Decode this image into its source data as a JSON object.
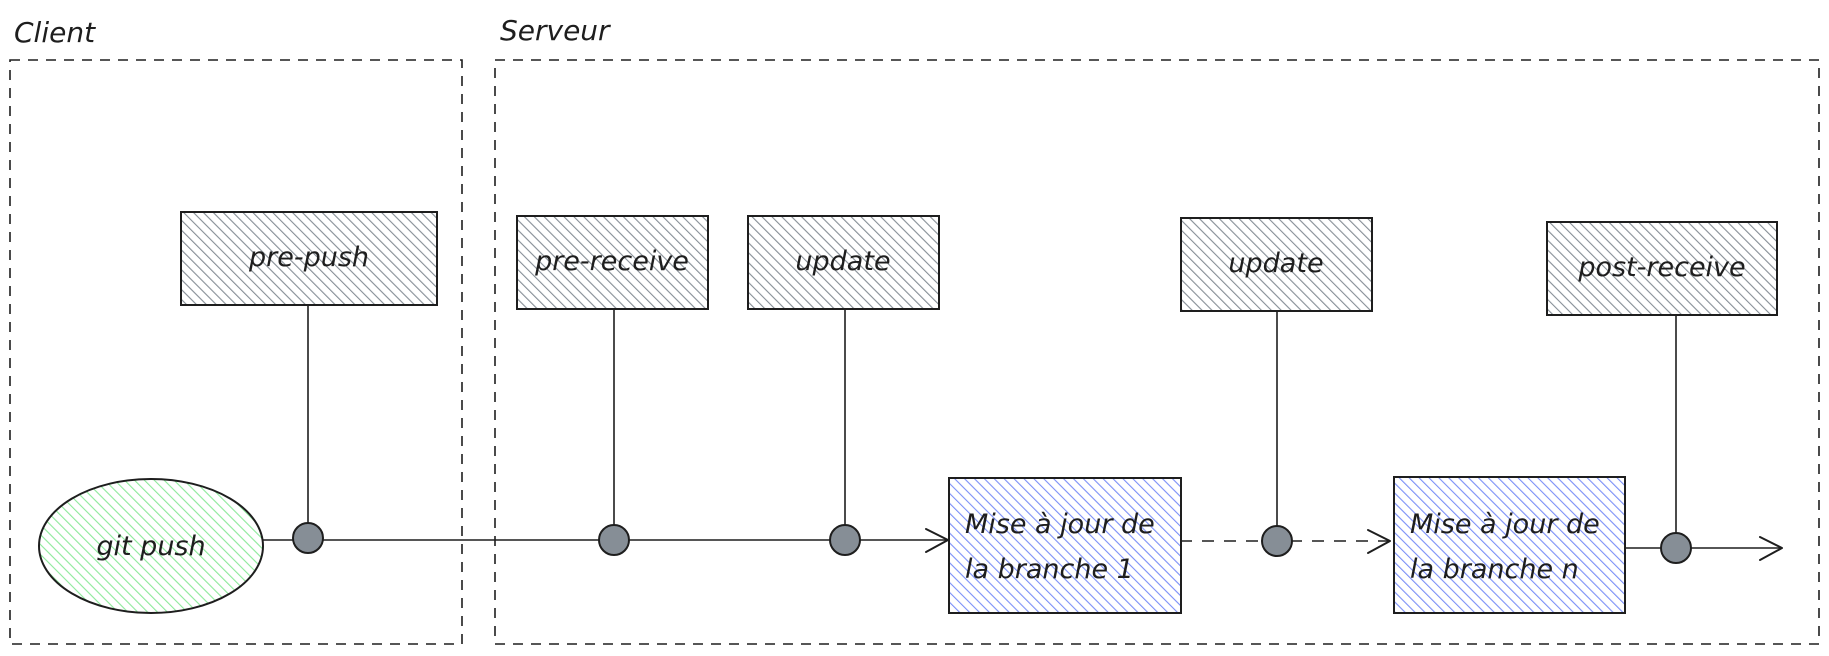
{
  "regions": {
    "client": {
      "title": "Client"
    },
    "server": {
      "title": "Serveur"
    }
  },
  "start": {
    "label": "git push"
  },
  "hooks": [
    {
      "id": "pre-push",
      "label": "pre-push"
    },
    {
      "id": "pre-receive",
      "label": "pre-receive"
    },
    {
      "id": "update-1",
      "label": "update"
    },
    {
      "id": "update-n",
      "label": "update"
    },
    {
      "id": "post-receive",
      "label": "post-receive"
    }
  ],
  "branches": [
    {
      "line1": "Mise à jour de",
      "line2": "la branche 1"
    },
    {
      "line1": "Mise à jour de",
      "line2": "la branche n"
    }
  ],
  "colors": {
    "hook_fill": "#868e96",
    "branch_fill": "#4c6ef5",
    "start_fill": "#40c057",
    "stroke": "#1e1e1e"
  }
}
